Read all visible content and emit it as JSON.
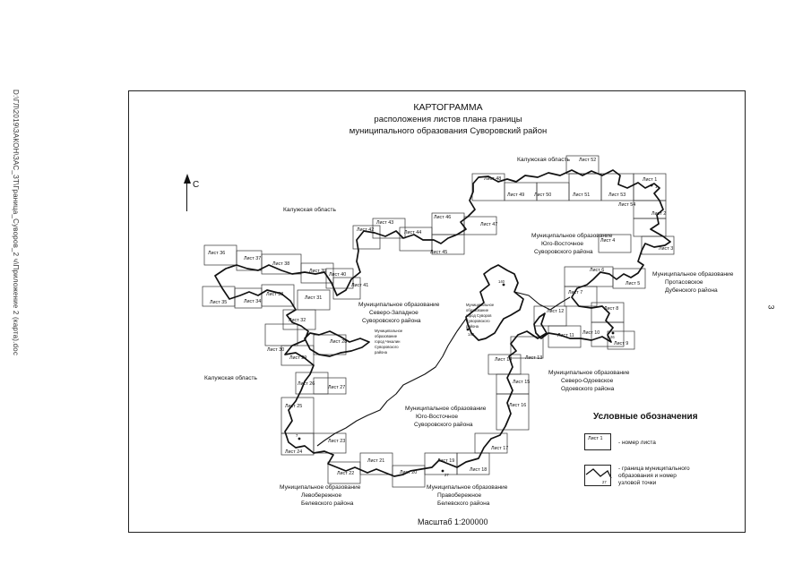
{
  "file_path": "D:\\ГЛ\\2019\\ЗАКОН\\ЗАС_ЗТ\\Граница_Суворов_2 ч\\Приложение 2 (карта).doc",
  "page_number": "3",
  "title": {
    "line1": "КАРТОГРАММА",
    "line2": "расположения листов плана границы",
    "line3": "муниципального образования Суворовский район"
  },
  "north_label": "С",
  "regions": {
    "kaluga_top": "Калужская область",
    "kaluga_nw": "Калужская область",
    "kaluga_w": "Калужская область",
    "se_suvorov": [
      "Муниципальное образование",
      "Юго-Восточное",
      "Суворовского района"
    ],
    "nw_suvorov": [
      "Муниципальное образование",
      "Северо-Западное",
      "Суворовского района"
    ],
    "south_suvorov": [
      "Муниципальное образование",
      "Юго-Восточное",
      "Суворовского района"
    ],
    "protasovo": [
      "Муниципальное образование",
      "Протасовское",
      "Дубенского района"
    ],
    "odoev": [
      "Муниципальное образование",
      "Северо-Одоевское",
      "Одоевского района"
    ],
    "levoberezh": [
      "Муниципальное образование",
      "Левобережное",
      "Белевского района"
    ],
    "pravoberezh": [
      "Муниципальное образование",
      "Правобережное",
      "Белевского района"
    ],
    "chekalin": [
      "Муниципальное",
      "образование",
      "город Чекалин",
      "Суворовского",
      "района"
    ],
    "suvorov_city": [
      "Муниципальное",
      "образование",
      "город Суворов",
      "Суворовского",
      "района"
    ]
  },
  "sheet_labels": {
    "s1": "Лист 1",
    "s2": "Лист 2",
    "s3": "Лист 3",
    "s4": "Лист 4",
    "s5": "Лист 5",
    "s6": "Лист 6",
    "s7": "Лист 7",
    "s8": "Лист 8",
    "s9": "Лист 9",
    "s10": "Лист 10",
    "s11": "Лист 11",
    "s12": "Лист 12",
    "s13": "Лист 13",
    "s14": "Лист 14",
    "s15": "Лист 15",
    "s16": "Лист 16",
    "s17": "Лист 17",
    "s18": "Лист 18",
    "s19": "Лист 19",
    "s20": "Лист 20",
    "s21": "Лист 21",
    "s22": "Лист 22",
    "s23": "Лист 23",
    "s24": "Лист 24",
    "s25": "Лист 25",
    "s26": "Лист 26",
    "s27": "Лист 27",
    "s28": "Лист 28",
    "s29": "Лист 29",
    "s30": "Лист 30",
    "s31": "Лист 31",
    "s32": "Лист 32",
    "s33": "Лист 33",
    "s34": "Лист 34",
    "s35": "Лист 35",
    "s36": "Лист 36",
    "s37": "Лист 37",
    "s38": "Лист 38",
    "s39": "Лист 39",
    "s40": "Лист 40",
    "s41": "Лист 41",
    "s42": "Лист 42",
    "s43": "Лист 43",
    "s44": "Лист 44",
    "s45": "Лист 45",
    "s46": "Лист 46",
    "s47": "Лист 47",
    "s48": "Лист 48",
    "s49": "Лист 49",
    "s50": "Лист 50",
    "s51": "Лист 51",
    "s52": "Лист 52",
    "s53": "Лист 53",
    "s54": "Лист 54"
  },
  "nodes": {
    "n1": "1",
    "n7": "7",
    "n26": "26",
    "n27": "27",
    "n140": "140",
    "n143": "143"
  },
  "legend": {
    "title": "Условные обозначения",
    "sheet_box": "Лист 1",
    "sheet_desc": "- номер листа",
    "border_desc_lines": [
      "- граница муниципального",
      "образования и номер",
      "узловой точки"
    ],
    "border_node": "27"
  },
  "scale": "Масштаб 1:200000"
}
